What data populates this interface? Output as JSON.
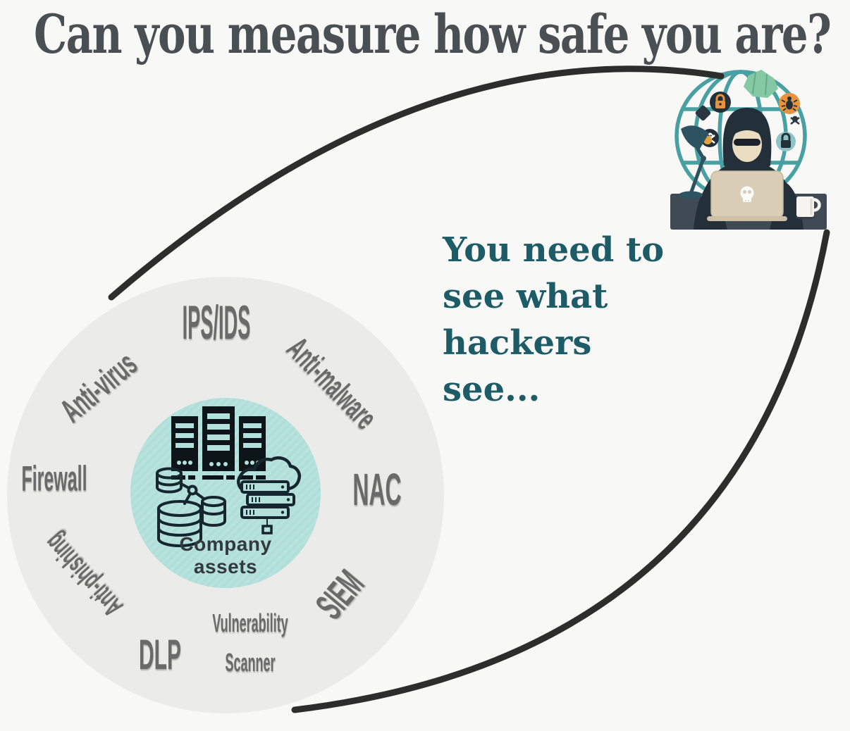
{
  "title": "Can you measure how safe you are?",
  "tagline": "You need to\nsee what\nhackers see...",
  "ring": {
    "center_label": "Company\nassets",
    "center_icons": [
      "server-rack-icon",
      "database-icon",
      "cloud-servers-icon"
    ],
    "tools": {
      "ips_ids": "IPS/IDS",
      "anti_virus": "Anti-virus",
      "anti_malware": "Anti-malware",
      "firewall": "Firewall",
      "nac": "NAC",
      "anti_phishing": "Anti-phishing",
      "dlp": "DLP",
      "siem": "SIEM",
      "vulnerability_scanner": "Vulnerability\nScanner"
    }
  },
  "hacker_illustration": {
    "description": "hooded hacker at laptop with skull sticker, in front of wireframe globe",
    "icons": [
      "globe-icon",
      "map-icon",
      "shield-lock-icon",
      "diamond-icon",
      "skull-crossbones-badge-icon",
      "bug-icon",
      "skull-crossbones-icon",
      "padlock-icon",
      "desk-lamp-icon",
      "coffee-mug-icon",
      "laptop-skull-icon"
    ]
  },
  "colors": {
    "background": "#f8f8f6",
    "title_text": "#4a4f53",
    "tagline_teal": "#1d5c66",
    "outer_circle": "#ebebea",
    "inner_circle_teal": "#b4e0dc",
    "label_gray": "#6a6a6a",
    "sight_line": "#2d2d2d",
    "globe_teal": "#48a0a3",
    "accent_orange": "#e8923d",
    "hoodie_dark": "#243039",
    "desk_dark": "#3f4a54",
    "laptop_beige": "#d9cdb5"
  }
}
